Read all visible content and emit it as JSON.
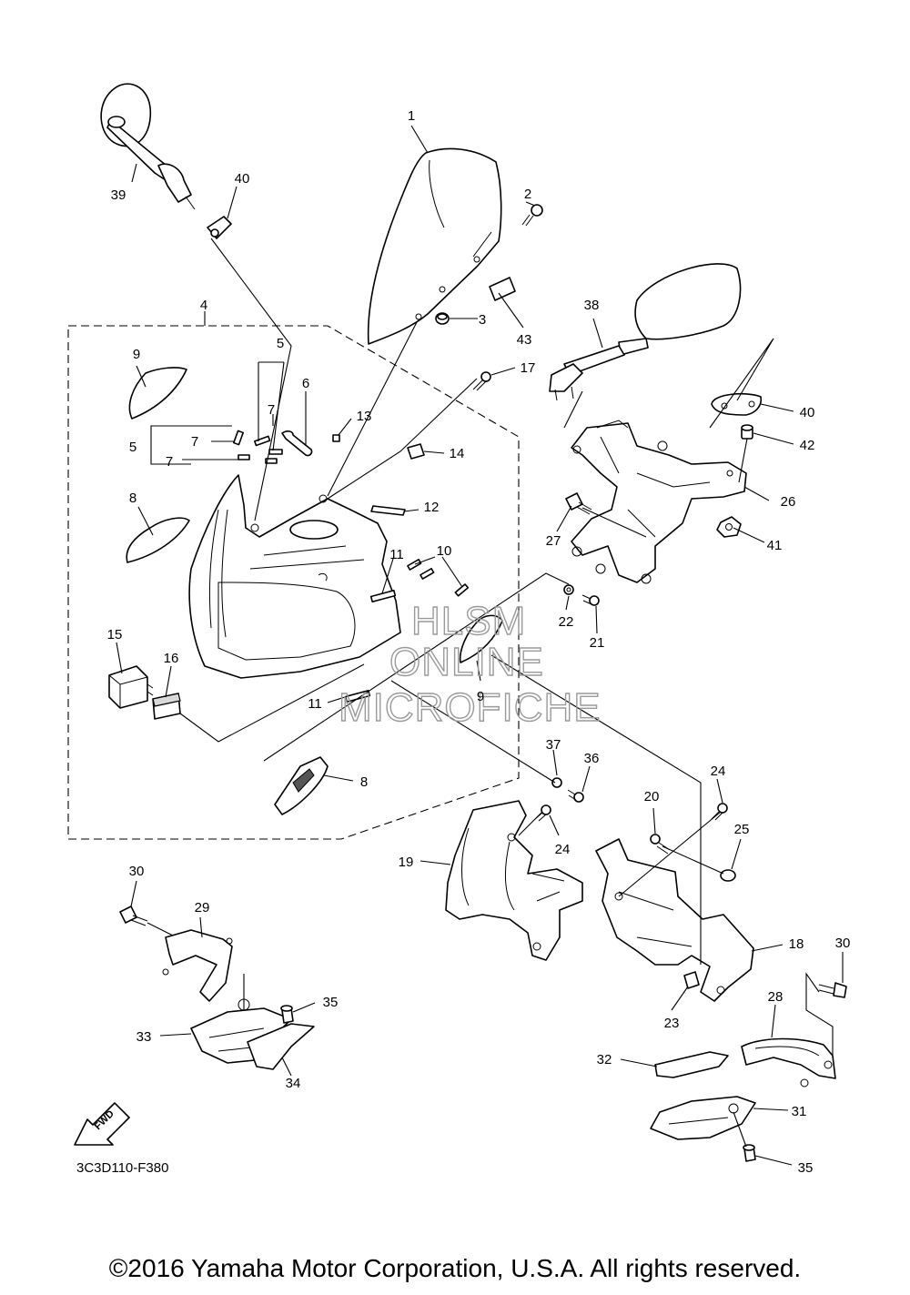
{
  "diagram": {
    "callouts": [
      "1",
      "2",
      "3",
      "4",
      "5",
      "5",
      "6",
      "7",
      "7",
      "7",
      "8",
      "8",
      "9",
      "9",
      "10",
      "11",
      "11",
      "12",
      "13",
      "14",
      "15",
      "16",
      "17",
      "18",
      "19",
      "20",
      "21",
      "22",
      "23",
      "24",
      "24",
      "25",
      "26",
      "27",
      "28",
      "29",
      "30",
      "30",
      "31",
      "32",
      "33",
      "34",
      "35",
      "35",
      "36",
      "37",
      "38",
      "39",
      "40",
      "40",
      "41",
      "42",
      "43"
    ],
    "figure_code": "3C3D110-F380",
    "watermark": {
      "line1": "HLSM",
      "line2": "ONLINE",
      "line3": "MICROFICHE"
    },
    "fwd_label": "FWD"
  },
  "copyright": "©2016 Yamaha Motor Corporation, U.S.A. All rights reserved."
}
